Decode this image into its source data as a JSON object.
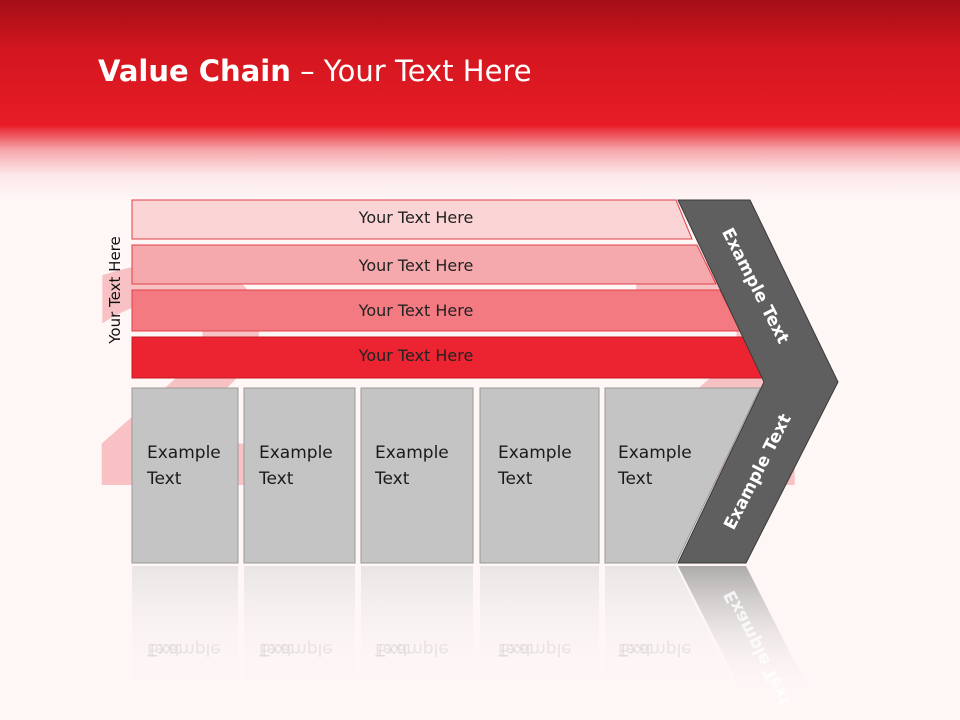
{
  "title": {
    "bold": "Value Chain",
    "rest": " – Your Text Here"
  },
  "side_label": "Your Text Here",
  "bars": [
    {
      "label": "Your Text Here",
      "color": "#fbd4d6"
    },
    {
      "label": "Your Text Here",
      "color": "#f6a9ac"
    },
    {
      "label": "Your Text Here",
      "color": "#f27a80"
    },
    {
      "label": "Your Text Here",
      "color": "#ec2330"
    }
  ],
  "boxes": [
    {
      "line1": "Example",
      "line2": "Text"
    },
    {
      "line1": "Example",
      "line2": "Text"
    },
    {
      "line1": "Example",
      "line2": "Text"
    },
    {
      "line1": "Example",
      "line2": "Text"
    },
    {
      "line1": "Example",
      "line2": "Text"
    }
  ],
  "chevron_upper_label": "Example Text",
  "chevron_lower_label": "Example Text",
  "colors": {
    "header_red": "#e81c26",
    "chevron_gray": "#5f5f5f",
    "box_gray": "#c4c4c4"
  }
}
